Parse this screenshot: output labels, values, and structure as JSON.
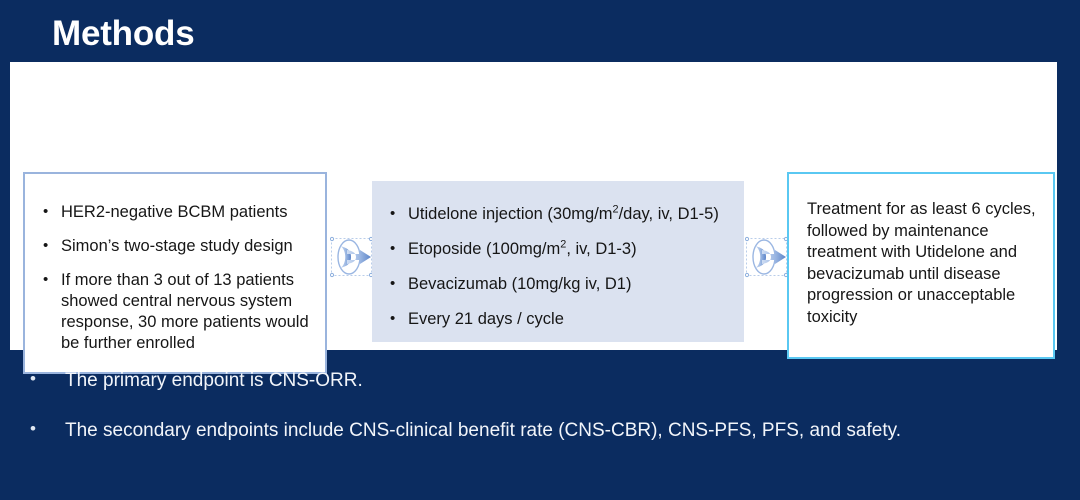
{
  "slide": {
    "title": "Methods",
    "background_color": "#0b2c60",
    "panel_color": "#ffffff"
  },
  "flow": {
    "eligibility_box": {
      "border_color": "#9ab4dd",
      "fill_color": "#ffffff",
      "bullets": [
        "HER2-negative BCBM patients",
        "Simon’s two-stage study design",
        "If more than 3 out of 13 patients showed central nervous system response, 30 more patients would be further enrolled"
      ]
    },
    "regimen_box": {
      "fill_color": "#dbe2f0",
      "bullets": [
        {
          "prefix": "Utidelone injection (30mg/m",
          "sup": "2",
          "suffix": "/day, iv, D1-5)"
        },
        {
          "prefix": "Etoposide (100mg/m",
          "sup": "2",
          "suffix": ", iv, D1-3)"
        },
        {
          "prefix": "Bevacizumab (10mg/kg iv, D1)",
          "sup": "",
          "suffix": ""
        },
        {
          "prefix": "Every 21 days / cycle",
          "sup": "",
          "suffix": ""
        }
      ]
    },
    "maintenance_box": {
      "border_color": "#5ac8f2",
      "fill_color": "#ffffff",
      "text": "Treatment for as least 6 cycles, followed by maintenance treatment with Utidelone and bevacizumab until disease progression or unacceptable toxicity"
    },
    "arrows": [
      {
        "name": "arrow-eligibility-to-regimen",
        "color": "#7d9fd4"
      },
      {
        "name": "arrow-regimen-to-maintenance",
        "color": "#7d9fd4"
      }
    ]
  },
  "endpoints": {
    "bullets": [
      "The primary endpoint is CNS-ORR.",
      "The secondary endpoints include CNS-clinical benefit rate (CNS-CBR), CNS-PFS, PFS, and safety."
    ]
  }
}
